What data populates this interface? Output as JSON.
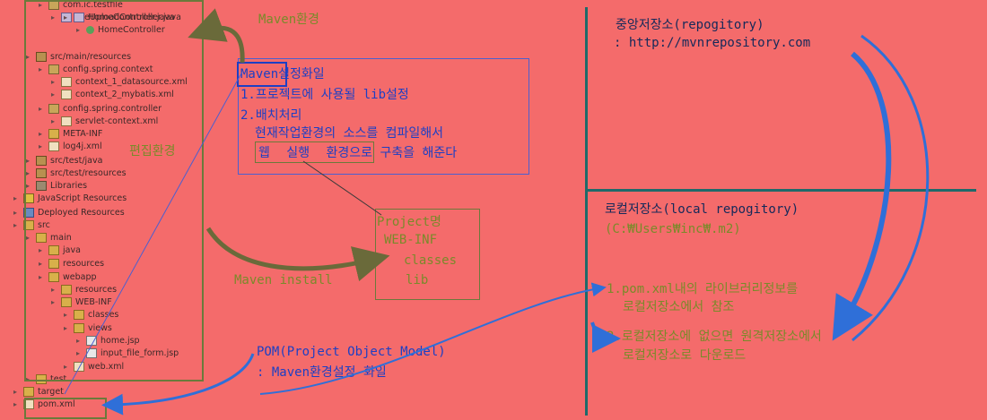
{
  "tree": {
    "items": [
      {
        "label": "com.ic.testfile",
        "icon": "package-icon"
      },
      {
        "label": "FileUploadController.java",
        "icon": "java-file-icon"
      },
      {
        "label": "HomeController.java",
        "icon": "java-file-icon"
      },
      {
        "label": "HomeController",
        "icon": "class-icon"
      },
      {
        "label": "src/main/resources",
        "icon": "source-folder-icon"
      },
      {
        "label": "config.spring.context",
        "icon": "package-icon"
      },
      {
        "label": "context_1_datasource.xml",
        "icon": "xml-file-icon"
      },
      {
        "label": "context_2_mybatis.xml",
        "icon": "xml-file-icon"
      },
      {
        "label": "config.spring.controller",
        "icon": "package-icon"
      },
      {
        "label": "servlet-context.xml",
        "icon": "xml-file-icon"
      },
      {
        "label": "META-INF",
        "icon": "folder-icon"
      },
      {
        "label": "log4j.xml",
        "icon": "xml-file-icon"
      },
      {
        "label": "src/test/java",
        "icon": "source-folder-icon"
      },
      {
        "label": "src/test/resources",
        "icon": "source-folder-icon"
      },
      {
        "label": "Libraries",
        "icon": "library-icon"
      },
      {
        "label": "JavaScript Resources",
        "icon": "javascript-icon"
      },
      {
        "label": "Deployed Resources",
        "icon": "deployed-icon"
      },
      {
        "label": "src",
        "icon": "folder-icon"
      },
      {
        "label": "main",
        "icon": "folder-icon"
      },
      {
        "label": "java",
        "icon": "folder-icon"
      },
      {
        "label": "resources",
        "icon": "folder-icon"
      },
      {
        "label": "webapp",
        "icon": "folder-icon"
      },
      {
        "label": "resources",
        "icon": "folder-icon"
      },
      {
        "label": "WEB-INF",
        "icon": "folder-icon"
      },
      {
        "label": "classes",
        "icon": "folder-icon"
      },
      {
        "label": "views",
        "icon": "folder-icon"
      },
      {
        "label": "home.jsp",
        "icon": "jsp-file-icon"
      },
      {
        "label": "input_file_form.jsp",
        "icon": "jsp-file-icon"
      },
      {
        "label": "web.xml",
        "icon": "xml-file-icon"
      },
      {
        "label": "test",
        "icon": "folder-icon"
      },
      {
        "label": "target",
        "icon": "folder-icon"
      },
      {
        "label": "pom.xml",
        "icon": "xml-file-icon"
      }
    ]
  },
  "labels": {
    "maven_env": "Maven환경",
    "edit_env": "편집환경",
    "maven_install": "Maven install",
    "config_title_a": "Maven",
    "config_title_b": "설정화일",
    "config_line1": "1.프로젝트에 사용될 lib설정",
    "config_line2": "2.배치처리",
    "config_line3": "현재작업환경의 소스를 컴파일해서",
    "config_line4a": "웹 실행 환경",
    "config_line4b": "으로 구축을 해준다",
    "project_name": "Project명",
    "web_inf": "WEB-INF",
    "classes": "classes",
    "lib": "lib",
    "pom_title": "POM(Project Object Model)",
    "pom_desc": ": Maven환경설정 화일",
    "central_title": "중앙저장소(repogitory)",
    "central_url": ": http://mvnrepository.com",
    "local_title": "로컬저장소(local repogitory)",
    "local_path": "(C:₩Users₩inc₩.m2)",
    "step1a": "1.pom.xml내의 라이브러리정보를",
    "step1b": "로컬저장소에서 참조",
    "step2a": "2.로컬저장소에 없으면 원격저장소에서",
    "step2b": "로컬저장소로 다운로드"
  },
  "colors": {
    "background": "#f46b6b",
    "green_annotation": "#7a8a2a",
    "blue_text": "#1d3fc4",
    "teal_line": "#1f6a6a",
    "arrow_blue": "#2f6fd8"
  }
}
